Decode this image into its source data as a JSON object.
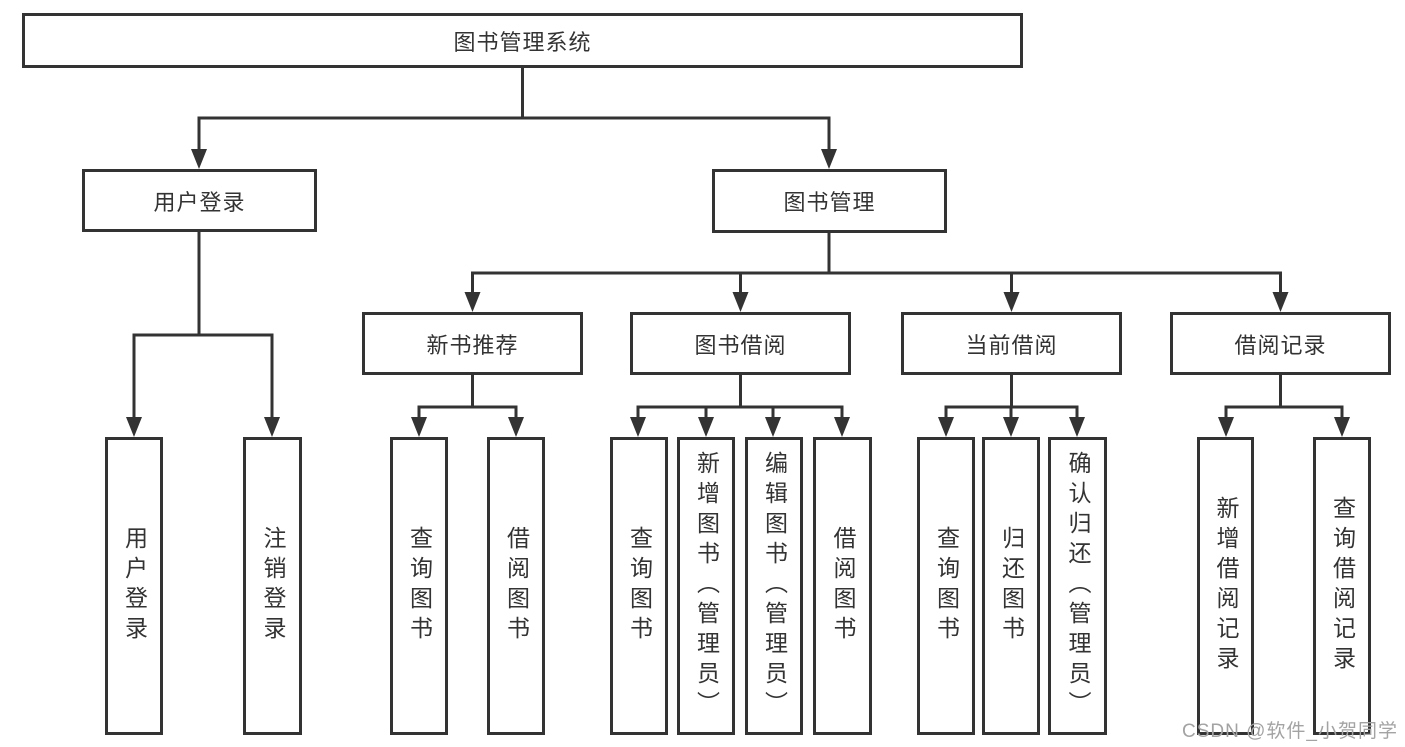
{
  "diagram": {
    "type": "tree",
    "root": {
      "label": "图书管理系统"
    },
    "branches": [
      {
        "label": "用户登录",
        "children": [
          {
            "label": "用户登录"
          },
          {
            "label": "注销登录"
          }
        ]
      },
      {
        "label": "图书管理",
        "children": [
          {
            "label": "新书推荐",
            "children": [
              {
                "label": "查询图书"
              },
              {
                "label": "借阅图书"
              }
            ]
          },
          {
            "label": "图书借阅",
            "children": [
              {
                "label": "查询图书"
              },
              {
                "label": "新增图书（管理员）"
              },
              {
                "label": "编辑图书（管理员）"
              },
              {
                "label": "借阅图书"
              }
            ]
          },
          {
            "label": "当前借阅",
            "children": [
              {
                "label": "查询图书"
              },
              {
                "label": "归还图书"
              },
              {
                "label": "确认归还（管理员）"
              }
            ]
          },
          {
            "label": "借阅记录",
            "children": [
              {
                "label": "新增借阅记录"
              },
              {
                "label": "查询借阅记录"
              }
            ]
          }
        ]
      }
    ]
  },
  "watermark": {
    "text": "CSDN @软件_小贺同学"
  },
  "colors": {
    "line": "#333333",
    "box_border": "#333333",
    "text": "#333333",
    "background": "#ffffff",
    "watermark": "#a3a3a3"
  }
}
